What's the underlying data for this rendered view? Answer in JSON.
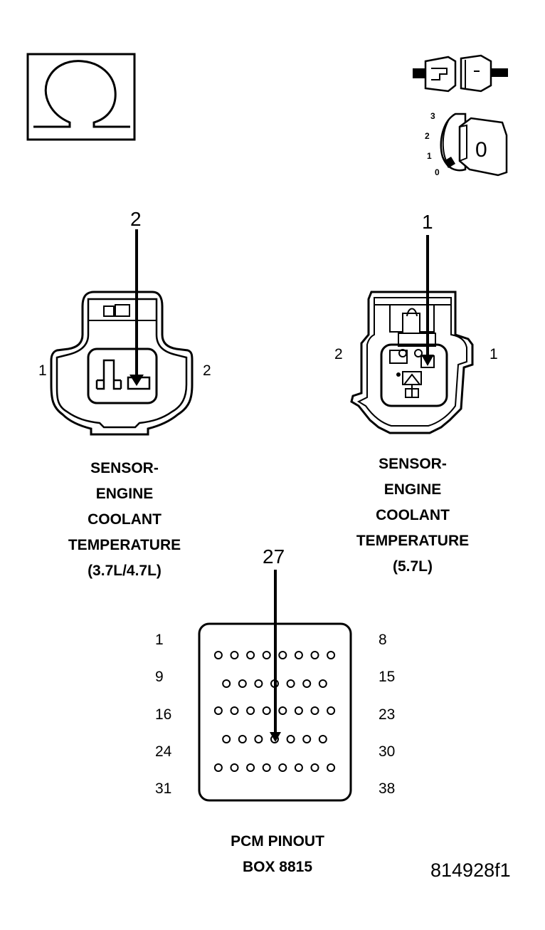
{
  "ohm_symbol": "ohm-meter-icon",
  "key_positions": [
    "3",
    "2",
    "1",
    "0"
  ],
  "key_state": "0",
  "sensor_37": {
    "callout": "2",
    "pin_left": "1",
    "pin_right": "2",
    "caption": [
      "SENSOR-",
      "ENGINE",
      "COOLANT",
      "TEMPERATURE",
      "(3.7L/4.7L)"
    ]
  },
  "sensor_57": {
    "callout": "1",
    "pin_left": "2",
    "pin_right": "1",
    "caption": [
      "SENSOR-",
      "ENGINE",
      "COOLANT",
      "TEMPERATURE",
      "(5.7L)"
    ]
  },
  "pcm": {
    "callout": "27",
    "left_numbers": [
      "1",
      "9",
      "16",
      "24",
      "31"
    ],
    "right_numbers": [
      "8",
      "15",
      "23",
      "30",
      "38"
    ],
    "caption": [
      "PCM PINOUT",
      "BOX 8815"
    ]
  },
  "figure_id": "814928f1",
  "colors": {
    "ink": "#000000",
    "paper": "#ffffff"
  }
}
